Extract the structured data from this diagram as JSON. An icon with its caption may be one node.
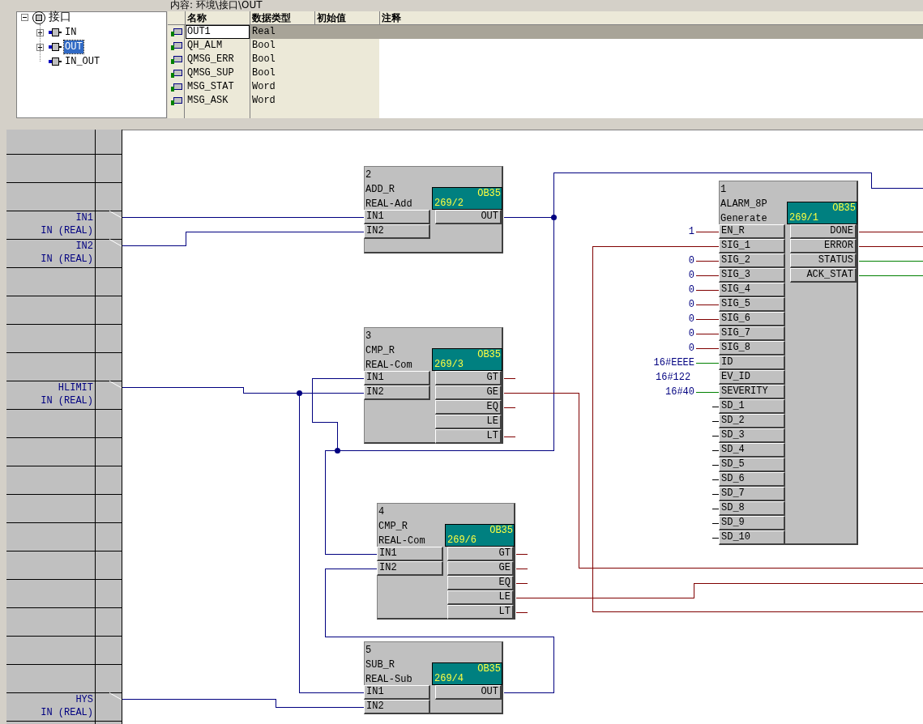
{
  "diagram": {
    "nodes": [
      {
        "text": [
          "IN1",
          "IN (REAL)"
        ]
      },
      {
        "text": [
          "IN2",
          "IN (REAL)"
        ]
      },
      {
        "text": [
          "HLIMIT",
          "IN (REAL)"
        ]
      },
      {
        "text": [
          "HYS",
          "IN (REAL)"
        ]
      },
      {
        "text": [
          "2",
          "ADD_R",
          "REAL-Add",
          "OB35",
          "269/2"
        ]
      },
      {
        "text": [
          "IN1"
        ],
        "in": 4
      },
      {
        "text": [
          "IN2"
        ],
        "in": 4
      },
      {
        "text": [
          "OUT"
        ],
        "in": 4
      },
      {
        "text": [
          "3",
          "CMP_R",
          "REAL-Com",
          "OB35",
          "269/3"
        ]
      },
      {
        "text": [
          "IN1"
        ],
        "in": 8
      },
      {
        "text": [
          "IN2"
        ],
        "in": 8
      },
      {
        "text": [
          "GT"
        ],
        "in": 8
      },
      {
        "text": [
          "GE"
        ],
        "in": 8
      },
      {
        "text": [
          "EQ"
        ],
        "in": 8
      },
      {
        "text": [
          "LE"
        ],
        "in": 8
      },
      {
        "text": [
          "LT"
        ],
        "in": 8
      },
      {
        "text": [
          "4",
          "CMP_R",
          "REAL-Com",
          "OB35",
          "269/6"
        ]
      },
      {
        "text": [
          "IN1"
        ],
        "in": 16
      },
      {
        "text": [
          "IN2"
        ],
        "in": 16
      },
      {
        "text": [
          "GT"
        ],
        "in": 16
      },
      {
        "text": [
          "GE"
        ],
        "in": 16
      },
      {
        "text": [
          "EQ"
        ],
        "in": 16
      },
      {
        "text": [
          "LE"
        ],
        "in": 16
      },
      {
        "text": [
          "LT"
        ],
        "in": 16
      },
      {
        "text": [
          "5",
          "SUB_R",
          "REAL-Sub",
          "OB35",
          "269/4"
        ]
      },
      {
        "text": [
          "IN1"
        ],
        "in": 24
      },
      {
        "text": [
          "IN2"
        ],
        "in": 24
      },
      {
        "text": [
          "OUT"
        ],
        "in": 24
      },
      {
        "text": [
          "1",
          "ALARM_8P",
          "Generate",
          "OB35",
          "269/1"
        ]
      },
      {
        "text": [
          "EN_R"
        ],
        "in": 28
      },
      {
        "text": [
          "SIG_1"
        ],
        "in": 28
      },
      {
        "text": [
          "SIG_2"
        ],
        "in": 28
      },
      {
        "text": [
          "SIG_3"
        ],
        "in": 28
      },
      {
        "text": [
          "SIG_4"
        ],
        "in": 28
      },
      {
        "text": [
          "SIG_5"
        ],
        "in": 28
      },
      {
        "text": [
          "SIG_6"
        ],
        "in": 28
      },
      {
        "text": [
          "SIG_7"
        ],
        "in": 28
      },
      {
        "text": [
          "SIG_8"
        ],
        "in": 28
      },
      {
        "text": [
          "ID"
        ],
        "in": 28
      },
      {
        "text": [
          "EV_ID"
        ],
        "in": 28
      },
      {
        "text": [
          "SEVERITY"
        ],
        "in": 28
      },
      {
        "text": [
          "SD_1"
        ],
        "in": 28
      },
      {
        "text": [
          "SD_2"
        ],
        "in": 28
      },
      {
        "text": [
          "SD_3"
        ],
        "in": 28
      },
      {
        "text": [
          "SD_4"
        ],
        "in": 28
      },
      {
        "text": [
          "SD_5"
        ],
        "in": 28
      },
      {
        "text": [
          "SD_6"
        ],
        "in": 28
      },
      {
        "text": [
          "SD_7"
        ],
        "in": 28
      },
      {
        "text": [
          "SD_8"
        ],
        "in": 28
      },
      {
        "text": [
          "SD_9"
        ],
        "in": 28
      },
      {
        "text": [
          "SD_10"
        ],
        "in": 28
      },
      {
        "text": [
          "DONE"
        ],
        "in": 28
      },
      {
        "text": [
          "ERROR"
        ],
        "in": 28
      },
      {
        "text": [
          "STATUS"
        ],
        "in": 28
      },
      {
        "text": [
          "ACK_STAT"
        ],
        "in": 28
      },
      {
        "text": [
          "1"
        ]
      },
      {
        "text": [
          "0"
        ]
      },
      {
        "text": [
          "0"
        ]
      },
      {
        "text": [
          "0"
        ]
      },
      {
        "text": [
          "0"
        ]
      },
      {
        "text": [
          "0"
        ]
      },
      {
        "text": [
          "0"
        ]
      },
      {
        "text": [
          "0"
        ]
      },
      {
        "text": [
          "16#EEEE"
        ]
      },
      {
        "text": [
          "16#40"
        ]
      }
    ],
    "edges": [
      {
        "from": 0,
        "to": 5,
        "arrow": "none",
        "color": "#000080"
      },
      {
        "from": 1,
        "to": 6,
        "arrow": "none",
        "color": "#000080"
      },
      {
        "from": 7,
        "to": 9,
        "arrow": "none",
        "color": "#000080"
      },
      {
        "from": 7,
        "to": 17,
        "arrow": "none",
        "color": "#000080"
      },
      {
        "from": 7,
        "to": null,
        "arrow": "none",
        "color": "#000080"
      },
      {
        "from": 2,
        "to": 10,
        "arrow": "none",
        "color": "#000080"
      },
      {
        "from": 2,
        "to": 25,
        "arrow": "none",
        "color": "#000080"
      },
      {
        "from": 3,
        "to": 26,
        "arrow": "none",
        "color": "#000080"
      },
      {
        "from": 27,
        "to": 18,
        "arrow": "none",
        "color": "#000080"
      },
      {
        "from": 12,
        "to": null,
        "arrow": "none"
      },
      {
        "from": 22,
        "to": null,
        "arrow": "none"
      },
      {
        "from": null,
        "to": 30,
        "arrow": "none"
      },
      {
        "from": 51,
        "to": null,
        "arrow": "none"
      },
      {
        "from": 52,
        "to": null,
        "arrow": "none"
      },
      {
        "from": 53,
        "to": null,
        "arrow": "none",
        "color": "#008000"
      },
      {
        "from": 54,
        "to": null,
        "arrow": "none",
        "color": "#008000"
      },
      {
        "from": 55,
        "to": 29,
        "arrow": "none"
      },
      {
        "from": 56,
        "to": 31,
        "arrow": "none"
      },
      {
        "from": 57,
        "to": 32,
        "arrow": "none"
      },
      {
        "from": 58,
        "to": 33,
        "arrow": "none"
      },
      {
        "from": 59,
        "to": 34,
        "arrow": "none"
      },
      {
        "from": 60,
        "to": 35,
        "arrow": "none"
      },
      {
        "from": 61,
        "to": 36,
        "arrow": "none"
      },
      {
        "from": 62,
        "to": 37,
        "arrow": "none"
      },
      {
        "from": 63,
        "to": 38,
        "arrow": "none",
        "color": "#008000"
      },
      {
        "from": 64,
        "to": 40,
        "arrow": "none",
        "color": "#008000"
      },
      {
        "from": null,
        "to": 41,
        "arrow": "none",
        "color": "#000000"
      },
      {
        "from": null,
        "to": 42,
        "arrow": "none",
        "color": "#000000"
      },
      {
        "from": null,
        "to": 43,
        "arrow": "none",
        "color": "#000000"
      },
      {
        "from": null,
        "to": 44,
        "arrow": "none",
        "color": "#000000"
      },
      {
        "from": null,
        "to": 45,
        "arrow": "none",
        "color": "#000000"
      },
      {
        "from": null,
        "to": 46,
        "arrow": "none",
        "color": "#000000"
      },
      {
        "from": null,
        "to": 47,
        "arrow": "none",
        "color": "#000000"
      },
      {
        "from": null,
        "to": 48,
        "arrow": "none",
        "color": "#000000"
      },
      {
        "from": null,
        "to": 49,
        "arrow": "none",
        "color": "#000000"
      },
      {
        "from": null,
        "to": 50,
        "arrow": "none",
        "color": "#000000"
      },
      {
        "from": 11,
        "to": null,
        "arrow": "none"
      },
      {
        "from": 13,
        "to": null,
        "arrow": "none"
      },
      {
        "from": 15,
        "to": null,
        "arrow": "none"
      },
      {
        "from": 19,
        "to": null,
        "arrow": "none"
      },
      {
        "from": 20,
        "to": null,
        "arrow": "none"
      },
      {
        "from": 21,
        "to": null,
        "arrow": "none"
      },
      {
        "from": 23,
        "to": null,
        "arrow": "none"
      }
    ],
    "labels": [
      "内容: 环境\\接口\\OUT",
      "接口",
      "IN",
      "OUT",
      "IN_OUT",
      "名称",
      "数据类型",
      "初始值",
      "注释",
      "OUT1",
      "Real",
      "QH_ALM",
      "Bool",
      "QMSG_ERR",
      "Bool",
      "QMSG_SUP",
      "Bool",
      "MSG_STAT",
      "Word",
      "MSG_ASK",
      "Word",
      "16#122"
    ]
  }
}
